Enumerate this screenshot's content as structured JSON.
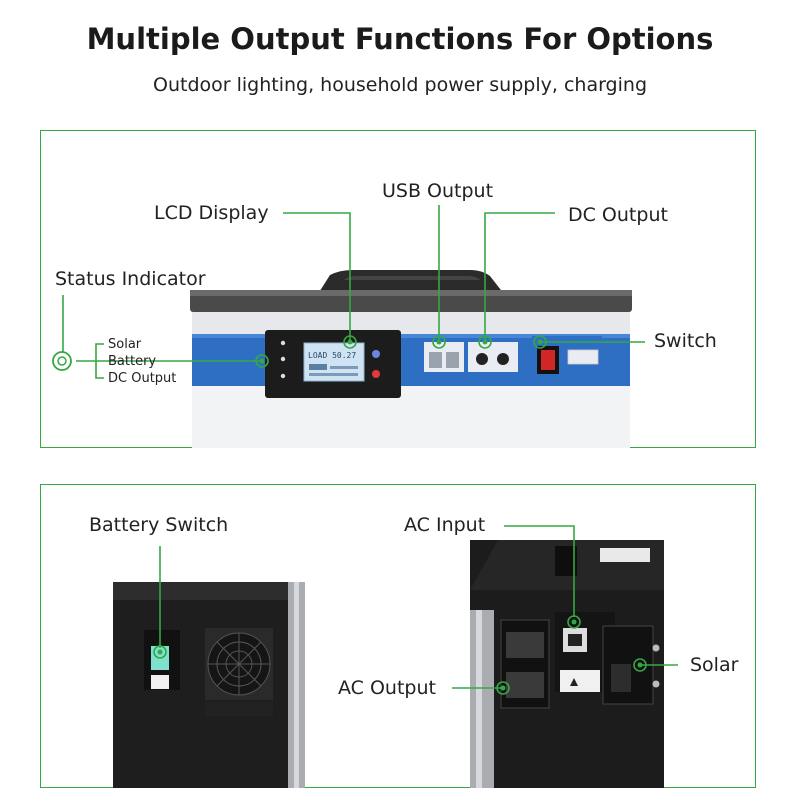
{
  "header": {
    "title": "Multiple Output Functions For Options",
    "subtitle": "Outdoor lighting, household power supply, charging"
  },
  "front_panel": {
    "callouts": {
      "lcd_display": "LCD Display",
      "usb_output": "USB Output",
      "dc_output": "DC Output",
      "status_indicator": "Status Indicator",
      "switch": "Switch"
    },
    "indicator_labels": [
      "Solar",
      "Battery",
      "DC Output"
    ],
    "lcd_readout": "LOAD 50.27"
  },
  "back_panel": {
    "callouts": {
      "battery_switch": "Battery Switch",
      "ac_input": "AC Input",
      "ac_output": "AC Output",
      "solar": "Solar"
    }
  },
  "colors": {
    "accent_green": "#35a844",
    "device_blue": "#2e6fc4",
    "device_black": "#1c1c1c"
  }
}
